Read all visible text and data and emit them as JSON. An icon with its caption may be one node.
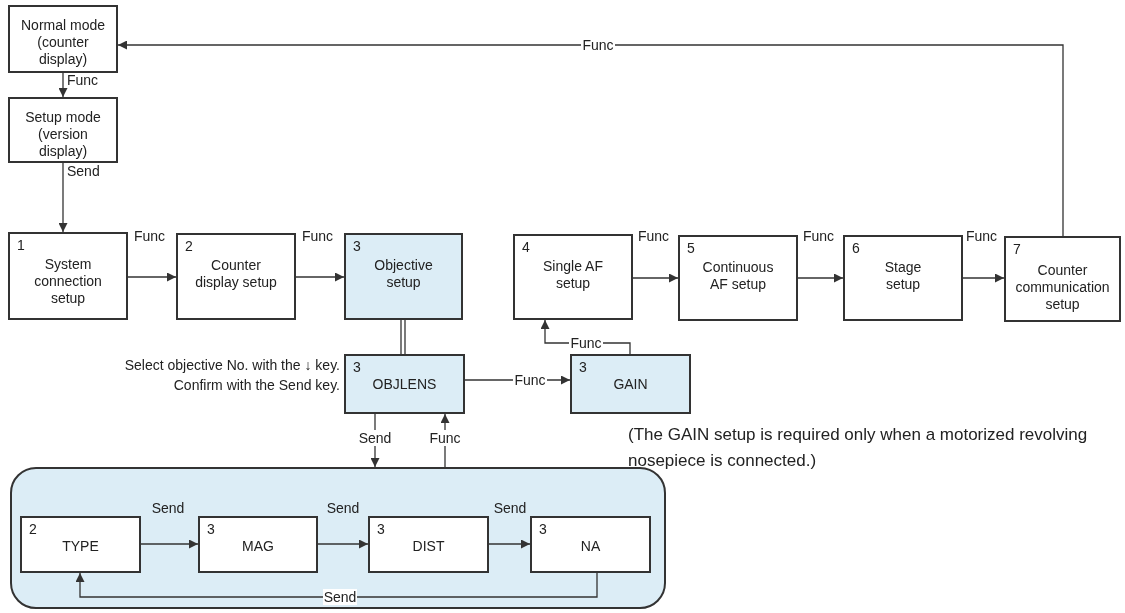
{
  "diagram": {
    "nodes": [
      {
        "text": [
          "Normal mode (counter display)"
        ]
      },
      {
        "text": [
          "Setup mode (version display)"
        ]
      },
      {
        "text": [
          "1",
          "System connection setup"
        ]
      },
      {
        "text": [
          "2",
          "Counter display setup"
        ]
      },
      {
        "text": [
          "3",
          "Objective setup"
        ]
      },
      {
        "text": [
          "4",
          "Single AF setup"
        ]
      },
      {
        "text": [
          "5",
          "Continuous AF setup"
        ]
      },
      {
        "text": [
          "6",
          "Stage setup"
        ]
      },
      {
        "text": [
          "7",
          "Counter communication setup"
        ]
      },
      {
        "text": [
          "3",
          "OBJLENS"
        ],
        "beside": [
          "Select objective No. with the ↓ key.",
          "Confirm with the Send key."
        ]
      },
      {
        "text": [
          "3",
          "GAIN"
        ]
      },
      {
        "text": [],
        "shape": "box"
      },
      {
        "text": [
          "2",
          "TYPE"
        ],
        "in": 11
      },
      {
        "text": [
          "3",
          "MAG"
        ],
        "in": 11
      },
      {
        "text": [
          "3",
          "DIST"
        ],
        "in": 11
      },
      {
        "text": [
          "3",
          "NA"
        ],
        "in": 11
      }
    ],
    "edges": [
      {
        "from": 0,
        "to": 1,
        "arrow": "to",
        "label": "Func"
      },
      {
        "from": 1,
        "to": 2,
        "arrow": "to",
        "label": "Send"
      },
      {
        "from": 2,
        "to": 3,
        "arrow": "to",
        "label": "Func"
      },
      {
        "from": 3,
        "to": 4,
        "arrow": "to",
        "label": "Func"
      },
      {
        "from": 4,
        "to": 9,
        "arrow": "none"
      },
      {
        "from": 9,
        "to": 10,
        "arrow": "to",
        "label": "Func"
      },
      {
        "from": 10,
        "to": 5,
        "arrow": "to",
        "label": "Func"
      },
      {
        "from": 5,
        "to": 6,
        "arrow": "to",
        "label": "Func"
      },
      {
        "from": 6,
        "to": 7,
        "arrow": "to",
        "label": "Func"
      },
      {
        "from": 7,
        "to": 8,
        "arrow": "to",
        "label": "Func"
      },
      {
        "from": 8,
        "to": 0,
        "arrow": "to",
        "label": "Func"
      },
      {
        "from": 9,
        "to": 11,
        "arrow": "to",
        "label": "Send"
      },
      {
        "from": 11,
        "to": 9,
        "arrow": "to",
        "label": "Func"
      },
      {
        "from": 12,
        "to": 13,
        "arrow": "to",
        "label": "Send"
      },
      {
        "from": 13,
        "to": 14,
        "arrow": "to",
        "label": "Send"
      },
      {
        "from": 14,
        "to": 15,
        "arrow": "to",
        "label": "Send"
      },
      {
        "from": 15,
        "to": 12,
        "arrow": "to",
        "label": "Send"
      }
    ],
    "labels": [
      "(The GAIN setup is required only when a motorized revolving nosepiece is connected.)"
    ]
  }
}
